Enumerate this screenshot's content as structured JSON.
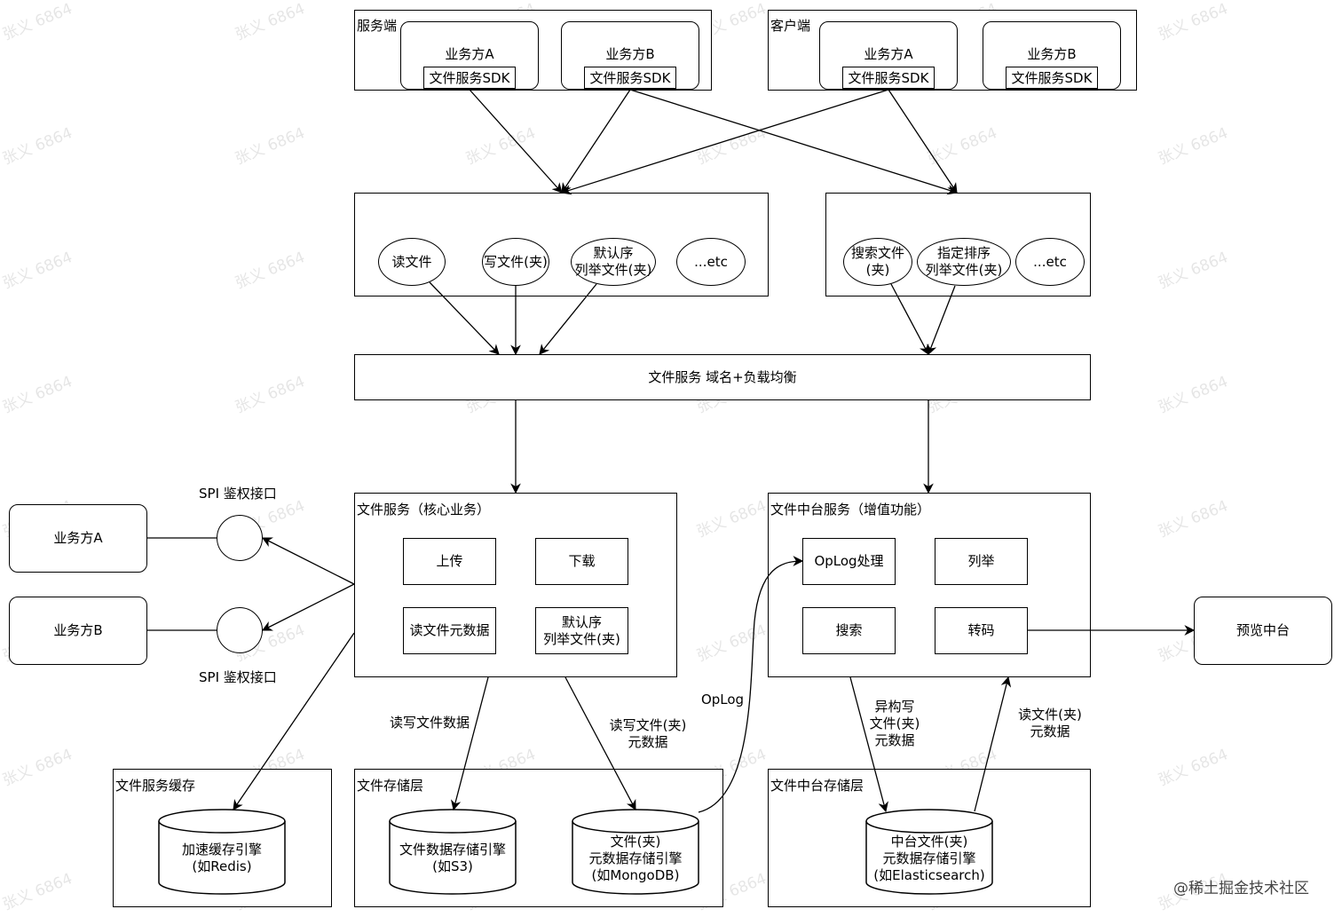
{
  "server": {
    "title": "服务端",
    "party_a": "业务方A",
    "party_b": "业务方B",
    "sdk_a": "文件服务SDK",
    "sdk_b": "文件服务SDK"
  },
  "client": {
    "title": "客户端",
    "party_a": "业务方A",
    "party_b": "业务方B",
    "sdk_a": "文件服务SDK",
    "sdk_b": "文件服务SDK"
  },
  "core_ops": {
    "read": "读文件",
    "write": "写文件(夹)",
    "list_default": "默认序\n列举文件(夹)",
    "etc": "...etc"
  },
  "extra_ops": {
    "search": "搜索文件\n(夹)",
    "list_sorted": "指定排序\n列举文件(夹)",
    "etc": "...etc"
  },
  "gateway": "文件服务 域名+负载均衡",
  "file_service": {
    "title": "文件服务（核心业务）",
    "upload": "上传",
    "download": "下载",
    "read_meta": "读文件元数据",
    "list_default": "默认序\n列举文件(夹)"
  },
  "mid_service": {
    "title": "文件中台服务（增值功能）",
    "oplog": "OpLog处理",
    "list": "列举",
    "search": "搜索",
    "transcode": "转码"
  },
  "preview": "预览中台",
  "auth": {
    "party_a": "业务方A",
    "party_b": "业务方B",
    "spi_top": "SPI 鉴权接口",
    "spi_bottom": "SPI 鉴权接口"
  },
  "edge_labels": {
    "rw_data": "读写文件数据",
    "rw_meta": "读写文件(夹)\n元数据",
    "oplog": "OpLog",
    "hetero_write": "异构写\n文件(夹)\n元数据",
    "read_meta": "读文件(夹)\n元数据"
  },
  "cache_layer": {
    "title": "文件服务缓存",
    "engine": "加速缓存引擎\n(如Redis)"
  },
  "storage_layer": {
    "title": "文件存储层",
    "data_engine": "文件数据存储引擎\n(如S3)",
    "meta_engine": "文件(夹)\n元数据存储引擎\n(如MongoDB)"
  },
  "mid_storage": {
    "title": "文件中台存储层",
    "engine": "中台文件(夹)\n元数据存储引擎\n(如Elasticsearch)"
  },
  "watermark": "张义 6864",
  "footer": "@稀土掘金技术社区"
}
